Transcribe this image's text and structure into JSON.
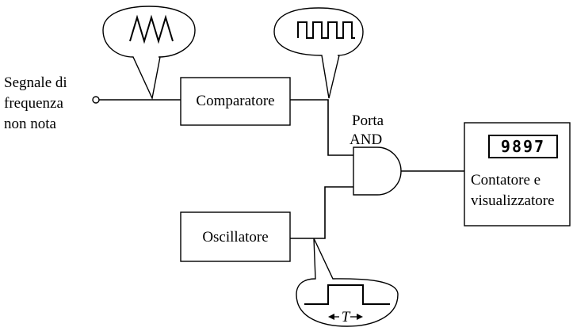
{
  "input": {
    "label_line1": "Segnale di",
    "label_line2": "frequenza",
    "label_line3": "non nota"
  },
  "blocks": {
    "comparator": "Comparatore",
    "oscillator": "Oscillatore",
    "gate_line1": "Porta",
    "gate_line2": "AND",
    "counter_line1": "Contatore e",
    "counter_line2": "visualizzatore"
  },
  "display": {
    "digits": "9897"
  },
  "timing": {
    "period_symbol": "T"
  },
  "waveforms": {
    "input": "triangle-wave-icon",
    "comparator_output": "square-wave-icon",
    "oscillator_output": "gate-pulse-icon"
  }
}
